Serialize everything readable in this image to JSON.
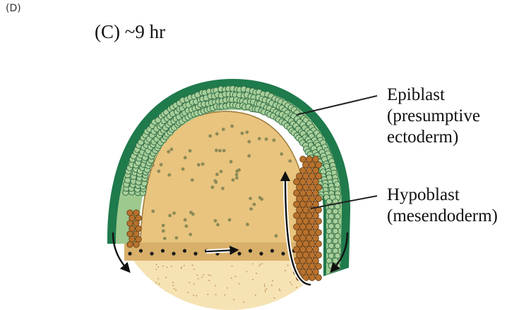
{
  "panel_tag": "(D)",
  "stage_title": "(C) ~9 hr",
  "labels": {
    "epiblast": [
      "Epiblast",
      "(presumptive",
      "ectoderm)"
    ],
    "hypoblast": [
      "Hypoblast",
      "(mesendoderm)"
    ]
  },
  "colors": {
    "epiblast_dark": "#1f7a4c",
    "epiblast_cell": "#a8cf9a",
    "hypoblast_cell": "#b8722e",
    "yolk": "#e8c47e",
    "yolk_lower": "#f6e3b4",
    "yolk_dot": "#8d8a57",
    "ysl_dot": "#1a1a1a"
  }
}
